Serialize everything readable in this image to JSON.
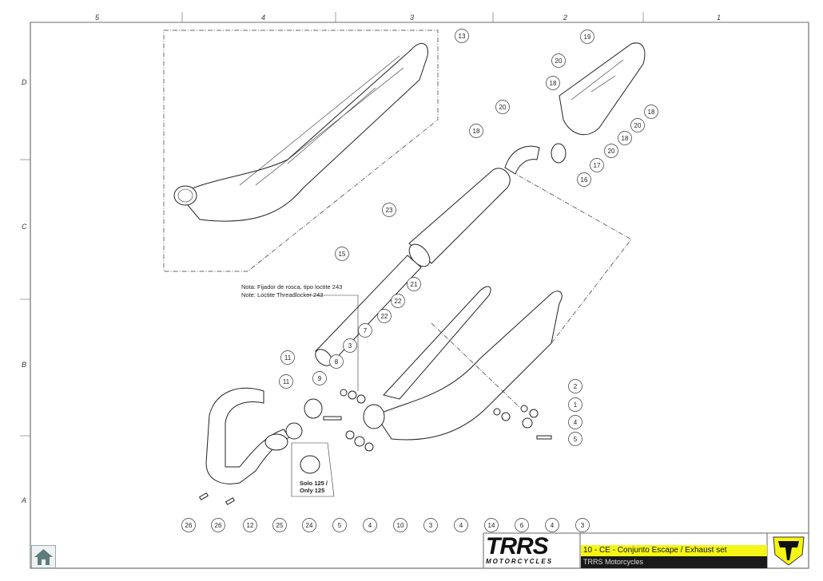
{
  "drawing": {
    "column_labels": [
      "5",
      "4",
      "3",
      "2",
      "1"
    ],
    "row_labels": [
      "D",
      "C",
      "B",
      "A"
    ],
    "note_line1": "Nota: Fijador de rosca, tipo loctite 243",
    "note_line2": "Note: Loctite Threadlocker 243",
    "variant_note_line1": "Solo 125 /",
    "variant_note_line2": "Only 125",
    "callouts": [
      "13",
      "19",
      "20",
      "18",
      "20",
      "18",
      "18",
      "20",
      "18",
      "20",
      "17",
      "16",
      "23",
      "15",
      "21",
      "22",
      "22",
      "7",
      "3",
      "8",
      "11",
      "9",
      "11",
      "2",
      "1",
      "4",
      "5",
      "26",
      "26",
      "12",
      "25",
      "24",
      "5",
      "4",
      "10",
      "3",
      "4",
      "14",
      "6",
      "4",
      "3"
    ]
  },
  "title_block": {
    "brand_main": "TRRS",
    "brand_sub": "MOTORCYCLES",
    "title": "10 - CE - Conjunto Escape / Exhaust set",
    "subtitle": "TRRS Motorcycles",
    "accent_color": "#f5f516"
  },
  "nav": {
    "home_icon": "home-icon"
  }
}
